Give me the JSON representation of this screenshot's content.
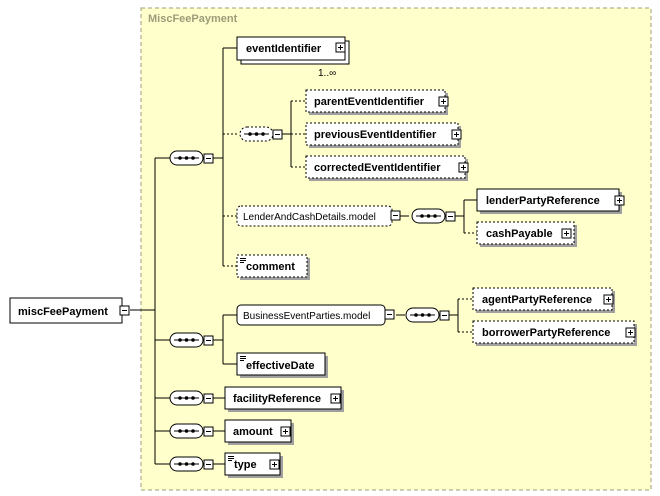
{
  "type_name": "MiscFeePayment",
  "root": "miscFeePayment",
  "elements": {
    "event_identifier": "eventIdentifier",
    "event_identifier_occurs": "1..∞",
    "parent_event_identifier": "parentEventIdentifier",
    "previous_event_identifier": "previousEventIdentifier",
    "corrected_event_identifier": "correctedEventIdentifier",
    "lender_and_cash_details_model": "LenderAndCashDetails.model",
    "lender_party_reference": "lenderPartyReference",
    "cash_payable": "cashPayable",
    "comment": "comment",
    "business_event_parties_model": "BusinessEventParties.model",
    "agent_party_reference": "agentPartyReference",
    "borrower_party_reference": "borrowerPartyReference",
    "effective_date": "effectiveDate",
    "facility_reference": "facilityReference",
    "amount": "amount",
    "type": "type"
  },
  "colors": {
    "group_fill": "#ffffcc",
    "group_border": "#9c9c7a",
    "title_text": "#9c9c7a"
  }
}
